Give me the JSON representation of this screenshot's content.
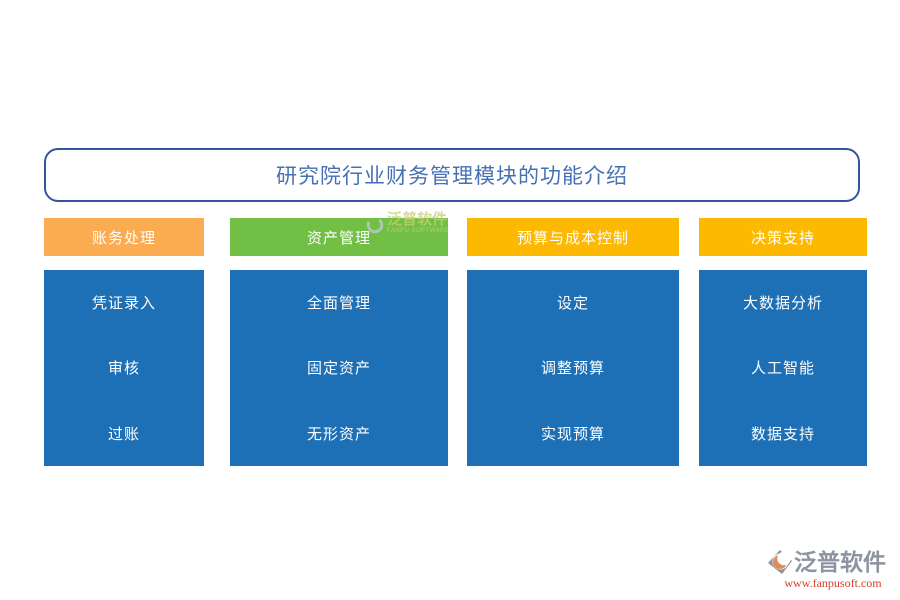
{
  "title": {
    "text": "研究院行业财务管理模块的功能介绍",
    "text_color": "#4670b4",
    "border_color": "#35549b"
  },
  "columns": [
    {
      "header": {
        "label": "账务处理",
        "color": "#fbac51",
        "text_color": "#ffffff"
      },
      "body_color": "#1d70b6",
      "items": [
        "凭证录入",
        "审核",
        "过账"
      ]
    },
    {
      "header": {
        "label": "资产管理",
        "color": "#71bf45",
        "text_color": "#ffffff"
      },
      "body_color": "#1d70b6",
      "items": [
        "全面管理",
        "固定资产",
        "无形资产"
      ]
    },
    {
      "header": {
        "label": "预算与成本控制",
        "color": "#fdb900",
        "text_color": "#ffffff"
      },
      "body_color": "#1d70b6",
      "items": [
        "设定",
        "调整预算",
        "实现预算"
      ]
    },
    {
      "header": {
        "label": "决策支持",
        "color": "#fdb900",
        "text_color": "#ffffff"
      },
      "body_color": "#1d70b6",
      "items": [
        "大数据分析",
        "人工智能",
        "数据支持"
      ]
    }
  ],
  "watermark": {
    "text": "泛普软件",
    "subtext": "FANPU SOFTWARE"
  },
  "footer_logo": {
    "name": "泛普软件",
    "url": "www.fanpusoft.com",
    "name_color": "#8d93a0",
    "url_color": "#d2402c"
  }
}
